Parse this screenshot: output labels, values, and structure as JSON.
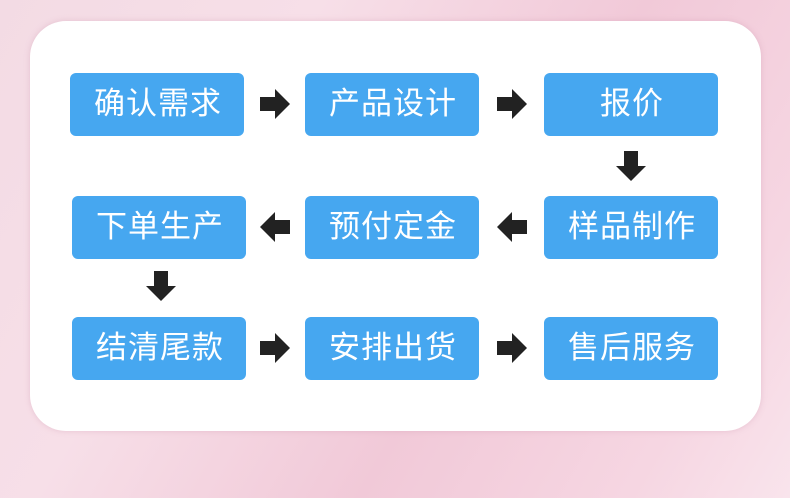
{
  "diagram": {
    "row1": [
      {
        "label": "确认需求"
      },
      {
        "label": "产品设计"
      },
      {
        "label": "报价"
      }
    ],
    "row2": [
      {
        "label": "下单生产"
      },
      {
        "label": "预付定金"
      },
      {
        "label": "样品制作"
      }
    ],
    "row3": [
      {
        "label": "结清尾款"
      },
      {
        "label": "安排出货"
      },
      {
        "label": "售后服务"
      }
    ],
    "colors": {
      "box_fill": "#46a7f0",
      "box_text": "#ffffff",
      "arrow": "#222222",
      "card": "#ffffff",
      "background": "#f3d3e0"
    },
    "arrows": [
      {
        "from": "确认需求",
        "to": "产品设计",
        "direction": "right",
        "icon": "arrow-right-icon"
      },
      {
        "from": "产品设计",
        "to": "报价",
        "direction": "right",
        "icon": "arrow-right-icon"
      },
      {
        "from": "报价",
        "to": "样品制作",
        "direction": "down",
        "icon": "arrow-down-icon"
      },
      {
        "from": "样品制作",
        "to": "预付定金",
        "direction": "left",
        "icon": "arrow-left-icon"
      },
      {
        "from": "预付定金",
        "to": "下单生产",
        "direction": "left",
        "icon": "arrow-left-icon"
      },
      {
        "from": "下单生产",
        "to": "结清尾款",
        "direction": "down",
        "icon": "arrow-down-icon"
      },
      {
        "from": "结清尾款",
        "to": "安排出货",
        "direction": "right",
        "icon": "arrow-right-icon"
      },
      {
        "from": "安排出货",
        "to": "售后服务",
        "direction": "right",
        "icon": "arrow-right-icon"
      }
    ]
  }
}
